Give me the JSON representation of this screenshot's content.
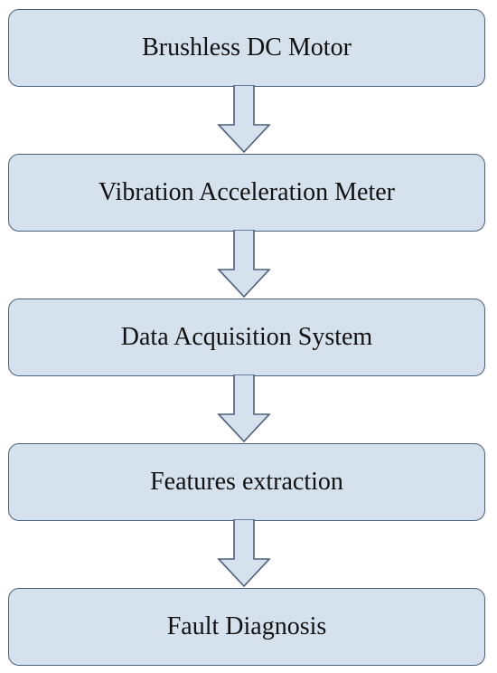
{
  "colors": {
    "box_fill": "#d6e1ee",
    "box_border": "#4a5f7e",
    "arrow_fill": "#d6e1ee",
    "arrow_stroke": "#4a5f7e",
    "text": "#111111"
  },
  "steps": [
    {
      "label": "Brushless DC Motor"
    },
    {
      "label": "Vibration Acceleration Meter"
    },
    {
      "label": "Data Acquisition System"
    },
    {
      "label": "Features extraction"
    },
    {
      "label": "Fault Diagnosis"
    }
  ],
  "arrow_icon": "down-arrow-icon"
}
